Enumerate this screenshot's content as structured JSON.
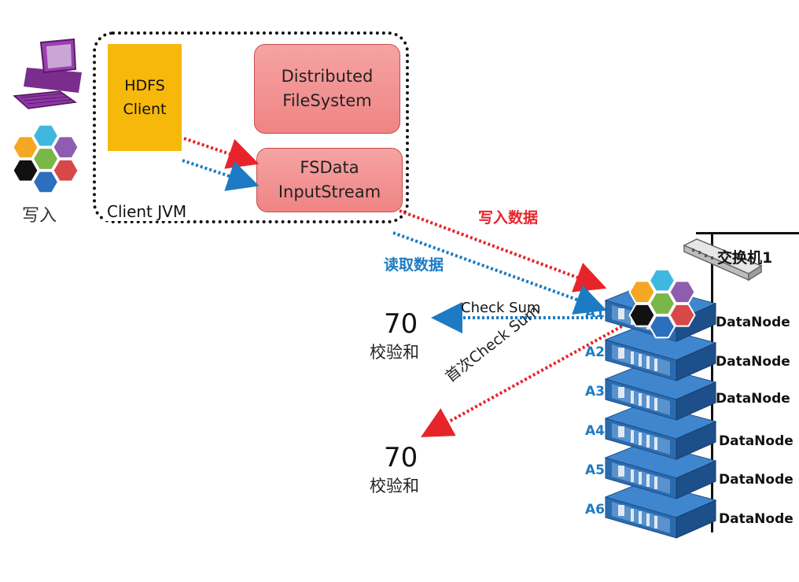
{
  "diagram": {
    "client_jvm_label": "Client JVM",
    "hdfs_client": [
      "HDFS",
      "Client"
    ],
    "distributed_fs": [
      "Distributed",
      "FileSystem"
    ],
    "fsdata_stream": [
      "FSData",
      "InputStream"
    ],
    "write_cn": "写入",
    "write_data_label": "写入数据",
    "read_data_label": "读取数据",
    "check_sum_label": "Check Sum",
    "first_check_sum_label": "首次Check Sum",
    "checksum_top": {
      "value": "70",
      "label": "校验和"
    },
    "checksum_bottom": {
      "value": "70",
      "label": "校验和"
    },
    "switch_label": "交换机1",
    "nodes": [
      {
        "id": "A1",
        "label": "DataNode"
      },
      {
        "id": "A2",
        "label": "DataNode"
      },
      {
        "id": "A3",
        "label": "DataNode"
      },
      {
        "id": "A4",
        "label": "DataNode"
      },
      {
        "id": "A5",
        "label": "DataNode"
      },
      {
        "id": "A6",
        "label": "DataNode"
      }
    ],
    "colors": {
      "red_arrow": "#e8242b",
      "blue_arrow": "#1c7bc4",
      "client_fill": "#f7b80c",
      "box_fill": "#f29494",
      "server": "#2f6fb4"
    },
    "hex_colors": [
      "#f5a623",
      "#3fb8e0",
      "#8e5db0",
      "#7ab648",
      "#d94848",
      "#111111",
      "#2c6fbf"
    ]
  }
}
